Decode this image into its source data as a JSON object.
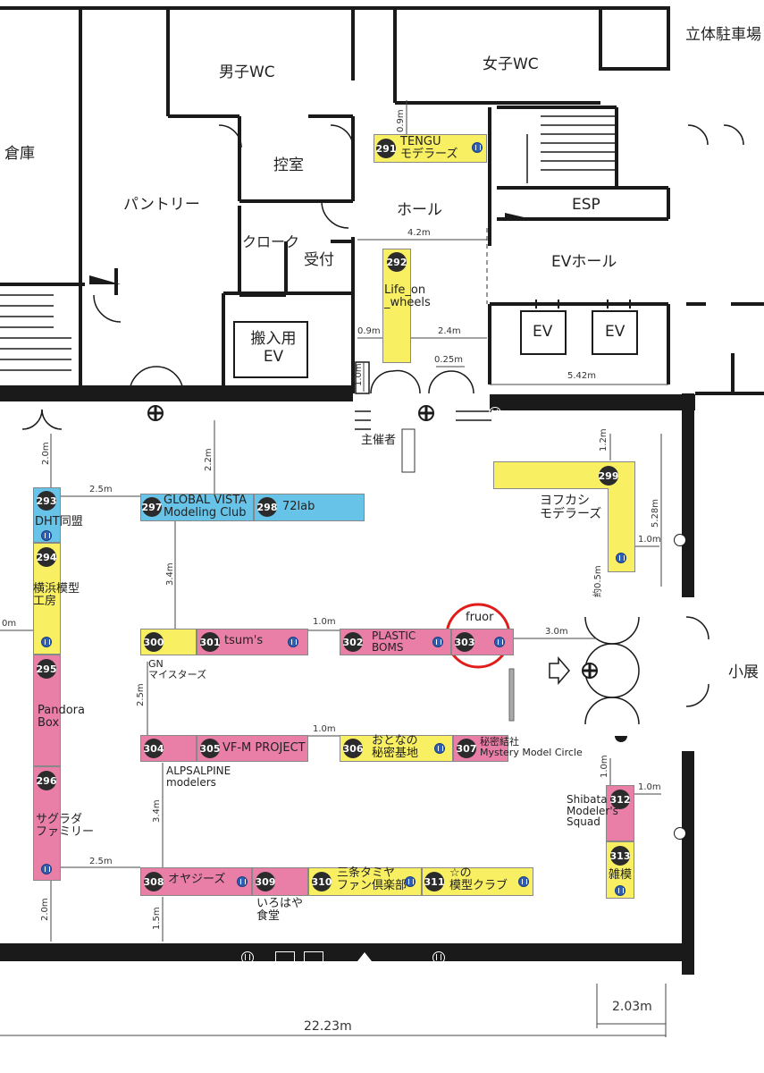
{
  "rooms": {
    "parking": "立体駐車場",
    "mens_wc": "男子WC",
    "womens_wc": "女子WC",
    "storage": "倉庫",
    "waiting_room": "控室",
    "pantry": "パントリー",
    "hall": "ホール",
    "esp": "ESP",
    "cloak": "クローク",
    "reception": "受付",
    "ev_hall": "EVホール",
    "freight_ev": "搬入用\nEV",
    "ev1": "EV",
    "ev2": "EV",
    "organizer": "主催者",
    "small_exhibit": "小展"
  },
  "booths": [
    {
      "num": "291",
      "name": "TENGU\nモデラーズ",
      "color": "yellow"
    },
    {
      "num": "292",
      "name": "Life_on\n_wheels",
      "color": "yellow"
    },
    {
      "num": "293",
      "name": "DHT同盟",
      "color": "blue"
    },
    {
      "num": "294",
      "name": "横浜模型\n工房",
      "color": "yellow"
    },
    {
      "num": "295",
      "name": "Pandora\nBox",
      "color": "pink"
    },
    {
      "num": "296",
      "name": "サグラダ\nファミリー",
      "color": "pink"
    },
    {
      "num": "297",
      "name": "GLOBAL VISTA\nModeling Club",
      "color": "blue"
    },
    {
      "num": "298",
      "name": "72lab",
      "color": "blue"
    },
    {
      "num": "299",
      "name": "ヨフカシ\nモデラーズ",
      "color": "yellow"
    },
    {
      "num": "300",
      "name": "GN\nマイスターズ",
      "color": "yellow"
    },
    {
      "num": "301",
      "name": "tsum's",
      "color": "pink"
    },
    {
      "num": "302",
      "name": "PLASTIC\nBOMS",
      "color": "pink"
    },
    {
      "num": "303",
      "name": "fruor",
      "color": "pink"
    },
    {
      "num": "304",
      "name": "ALPSALPINE\nmodelers",
      "color": "pink"
    },
    {
      "num": "305",
      "name": "VF-M PROJECT",
      "color": "pink"
    },
    {
      "num": "306",
      "name": "おとなの\n秘密基地",
      "color": "yellow"
    },
    {
      "num": "307",
      "name": "秘密結社\nMystery Model Circle",
      "color": "pink"
    },
    {
      "num": "308",
      "name": "オヤジーズ",
      "color": "pink"
    },
    {
      "num": "309",
      "name": "いろはや\n食堂",
      "color": "pink"
    },
    {
      "num": "310",
      "name": "三条タミヤ\nファン倶楽部",
      "color": "yellow"
    },
    {
      "num": "311",
      "name": "☆の\n模型クラブ",
      "color": "yellow"
    },
    {
      "num": "312",
      "name": "Shibata\nModeler's\nSquad",
      "color": "pink"
    },
    {
      "num": "313",
      "name": "雑模",
      "color": "yellow"
    }
  ],
  "dimensions": {
    "d_0_9_top": "0.9m",
    "d_4_2": "4.2m",
    "d_0_9_mid": "0.9m",
    "d_2_4": "2.4m",
    "d_0_25": "0.25m",
    "d_1_0_door": "1.0m",
    "d_5_42": "5.42m",
    "d_2_0_left": "2.0m",
    "d_2_2": "2.2m",
    "d_2_5_top": "2.5m",
    "d_3_4_top": "3.4m",
    "d_1_2": "1.2m",
    "d_5_28": "5.28m",
    "d_1_0_right": "1.0m",
    "d_0_5": "約0.5m",
    "d_0m": "0m",
    "d_1_0_a": "1.0m",
    "d_3_0": "3.0m",
    "d_2_5_mid": "2.5m",
    "d_1_0_b": "1.0m",
    "d_3_4_bot": "3.4m",
    "d_1_0_312": "1.0m",
    "d_1_0_313": "1.0m",
    "d_2_5_bot": "2.5m",
    "d_2_0_bot": "2.0m",
    "d_1_5": "1.5m",
    "d_2_03": "2.03m",
    "d_22_23": "22.23m"
  },
  "colors": {
    "yellow": "#f8ef63",
    "pink": "#e97fa6",
    "blue": "#68c3e8",
    "wall": "#1a1a1a",
    "highlight": "#e21b1b"
  }
}
